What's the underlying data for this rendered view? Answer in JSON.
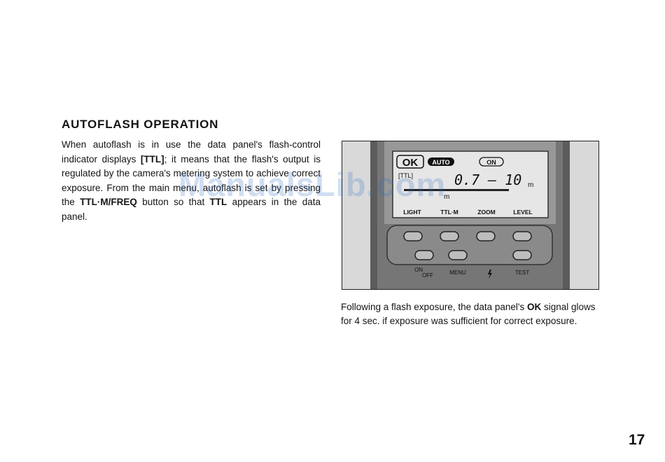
{
  "section": {
    "heading": "AUTOFLASH OPERATION",
    "body_parts": [
      "When autoflash is in use the data panel's flash-control indicator displays ",
      "[TTL]",
      "; it means that the flash's output is regulated by the camera's metering system to achieve correct exposure. From the main menu, autoflash is set by pressing the ",
      "TTL·M/FREQ",
      " button so that ",
      "TTL",
      " appears in the data panel."
    ]
  },
  "figure": {
    "lcd": {
      "ok": "OK",
      "auto": "AUTO",
      "on": "ON",
      "ttl": "[TTL]",
      "distance": "0.7 – 10",
      "unit": "m",
      "row2_unit": "m"
    },
    "soft_keys": [
      "LIGHT",
      "TTL·M",
      "ZOOM",
      "LEVEL"
    ],
    "bottom_labels": [
      "ON",
      "OFF",
      "MENU",
      "TEST"
    ]
  },
  "caption_parts": [
    "Following a flash exposure, the data panel's ",
    "OK",
    " signal glows for 4 sec. if exposure was sufficient for correct exposure."
  ],
  "watermark": "ManualsLib.com",
  "page_number": "17"
}
